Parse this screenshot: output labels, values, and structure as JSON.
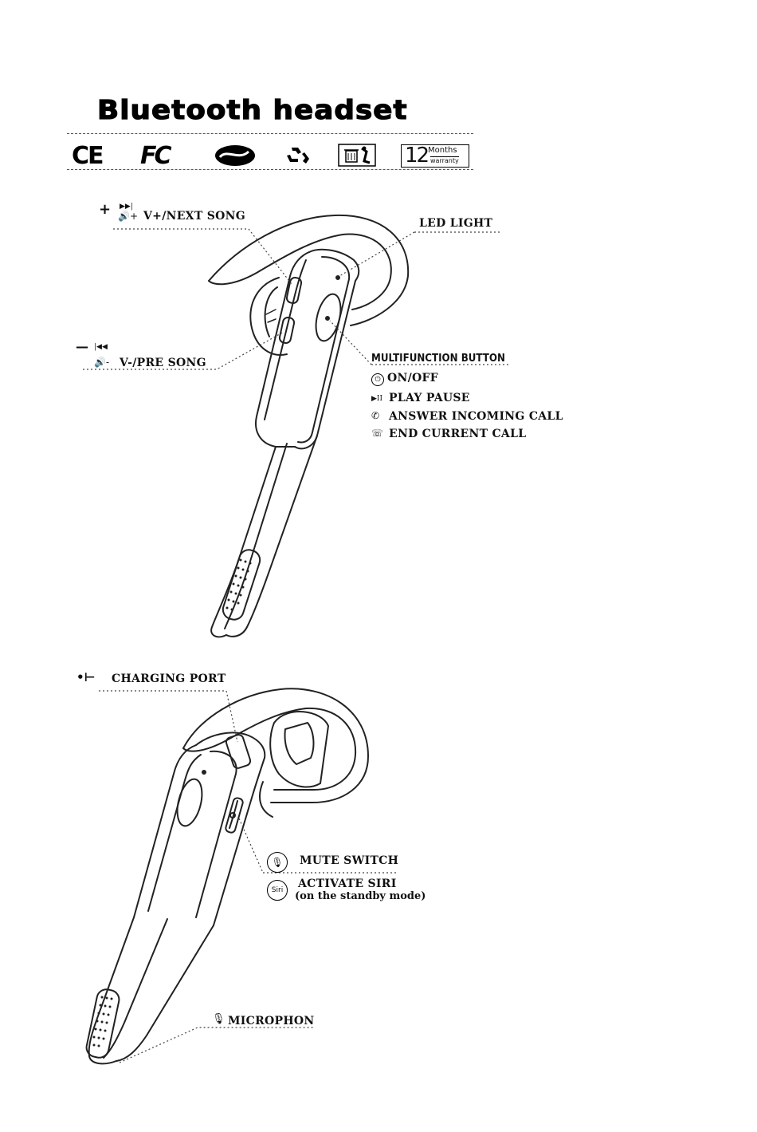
{
  "title": "Bluetooth headset",
  "certifications": {
    "ce": "CE",
    "fc": "FC",
    "warranty_number": "12",
    "warranty_months": "Months",
    "warranty_word": "warranty",
    "icons": [
      "ce-mark",
      "fcc-mark",
      "green-dot-icon",
      "recycle-icon",
      "wheelie-bin-icon",
      "warranty-badge"
    ]
  },
  "diagram1": {
    "vol_up": "V+/NEXT SONG",
    "led": "LED LIGHT",
    "vol_down": "V-/PRE SONG",
    "multifunction": "MULTIFUNCTION BUTTON",
    "functions": [
      {
        "icon": "power-icon",
        "label": "ON/OFF"
      },
      {
        "icon": "play-pause-icon",
        "label": "PLAY PAUSE"
      },
      {
        "icon": "phone-answer-icon",
        "label": "ANSWER INCOMING CALL"
      },
      {
        "icon": "phone-hangup-icon",
        "label": "END CURRENT CALL"
      }
    ]
  },
  "diagram2": {
    "charging": "CHARGING PORT",
    "mute": "MUTE SWITCH",
    "siri_badge": "Siri",
    "siri": "ACTIVATE SIRI",
    "siri_note": "(on the standby mode)",
    "microphone": "MICROPHON"
  }
}
